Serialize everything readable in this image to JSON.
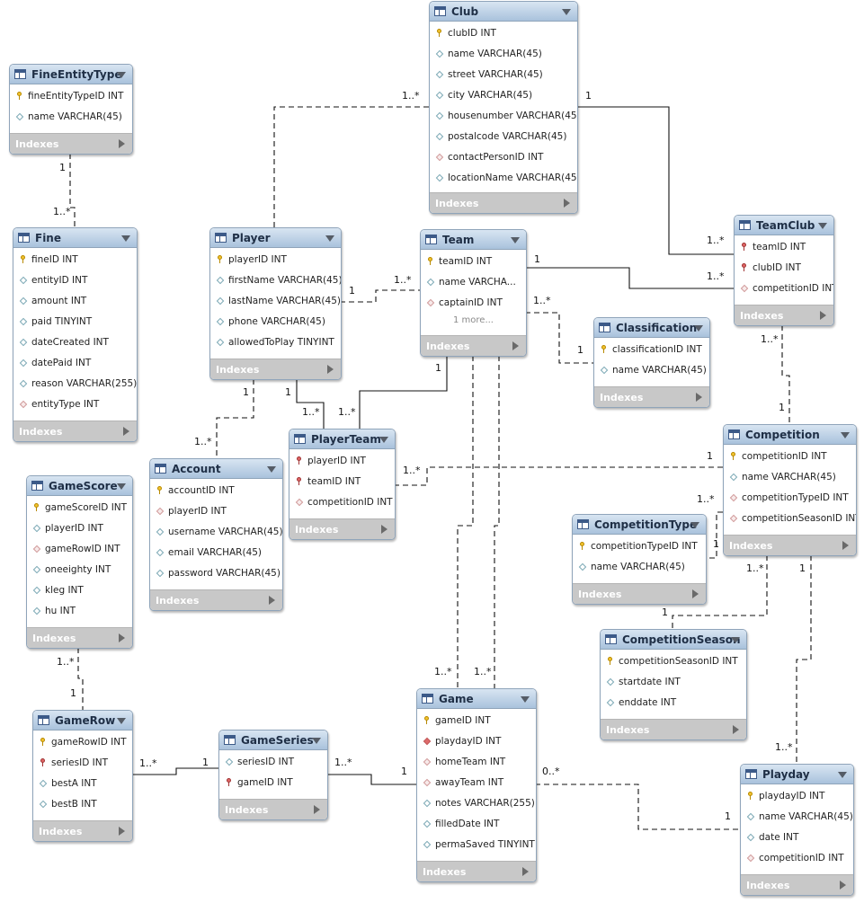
{
  "tables": {
    "club": {
      "name": "Club",
      "columns": [
        {
          "text": "clubID INT",
          "kind": "pk"
        },
        {
          "text": "name VARCHAR(45)",
          "kind": "attr"
        },
        {
          "text": "street VARCHAR(45)",
          "kind": "attr"
        },
        {
          "text": "city VARCHAR(45)",
          "kind": "attr"
        },
        {
          "text": "housenumber VARCHAR(45)",
          "kind": "attr"
        },
        {
          "text": "postalcode VARCHAR(45)",
          "kind": "attr"
        },
        {
          "text": "contactPersonID INT",
          "kind": "fk"
        },
        {
          "text": "locationName VARCHAR(45)",
          "kind": "attr"
        }
      ],
      "indexes": "Indexes"
    },
    "fine_entity_type": {
      "name": "FineEntityType",
      "columns": [
        {
          "text": "fineEntityTypeID INT",
          "kind": "pk"
        },
        {
          "text": "name VARCHAR(45)",
          "kind": "attr"
        }
      ],
      "indexes": "Indexes"
    },
    "fine": {
      "name": "Fine",
      "columns": [
        {
          "text": "fineID INT",
          "kind": "pk"
        },
        {
          "text": "entityID INT",
          "kind": "attr"
        },
        {
          "text": "amount INT",
          "kind": "attr"
        },
        {
          "text": "paid TINYINT",
          "kind": "attr"
        },
        {
          "text": "dateCreated INT",
          "kind": "attr"
        },
        {
          "text": "datePaid INT",
          "kind": "attr"
        },
        {
          "text": "reason VARCHAR(255)",
          "kind": "attr"
        },
        {
          "text": "entityType INT",
          "kind": "fk"
        }
      ],
      "indexes": "Indexes"
    },
    "player": {
      "name": "Player",
      "columns": [
        {
          "text": "playerID INT",
          "kind": "pk"
        },
        {
          "text": "firstName VARCHAR(45)",
          "kind": "attr"
        },
        {
          "text": "lastName VARCHAR(45)",
          "kind": "attr"
        },
        {
          "text": "phone VARCHAR(45)",
          "kind": "attr"
        },
        {
          "text": "allowedToPlay TINYINT",
          "kind": "attr"
        }
      ],
      "indexes": "Indexes"
    },
    "team": {
      "name": "Team",
      "columns": [
        {
          "text": "teamID INT",
          "kind": "pk"
        },
        {
          "text": "name VARCHA...",
          "kind": "attr"
        },
        {
          "text": "captainID INT",
          "kind": "fk"
        }
      ],
      "more": "1 more...",
      "indexes": "Indexes"
    },
    "team_club": {
      "name": "TeamClub",
      "columns": [
        {
          "text": "teamID INT",
          "kind": "pkfk"
        },
        {
          "text": "clubID INT",
          "kind": "pkfk"
        },
        {
          "text": "competitionID INT",
          "kind": "fk"
        }
      ],
      "indexes": "Indexes"
    },
    "classification": {
      "name": "Classification",
      "columns": [
        {
          "text": "classificationID INT",
          "kind": "pk"
        },
        {
          "text": "name VARCHAR(45)",
          "kind": "attr"
        }
      ],
      "indexes": "Indexes"
    },
    "player_team": {
      "name": "PlayerTeam",
      "columns": [
        {
          "text": "playerID INT",
          "kind": "pkfk"
        },
        {
          "text": "teamID INT",
          "kind": "pkfk"
        },
        {
          "text": "competitionID INT",
          "kind": "fk"
        }
      ],
      "indexes": "Indexes"
    },
    "account": {
      "name": "Account",
      "columns": [
        {
          "text": "accountID INT",
          "kind": "pk"
        },
        {
          "text": "playerID INT",
          "kind": "fk"
        },
        {
          "text": "username VARCHAR(45)",
          "kind": "attr"
        },
        {
          "text": "email VARCHAR(45)",
          "kind": "attr"
        },
        {
          "text": "password VARCHAR(45)",
          "kind": "attr"
        }
      ],
      "indexes": "Indexes"
    },
    "competition": {
      "name": "Competition",
      "columns": [
        {
          "text": "competitionID INT",
          "kind": "pk"
        },
        {
          "text": "name VARCHAR(45)",
          "kind": "attr"
        },
        {
          "text": "competitionTypeID INT",
          "kind": "fk"
        },
        {
          "text": "competitionSeasonID INT",
          "kind": "fk"
        }
      ],
      "indexes": "Indexes"
    },
    "game_score": {
      "name": "GameScore",
      "columns": [
        {
          "text": "gameScoreID INT",
          "kind": "pk"
        },
        {
          "text": "playerID INT",
          "kind": "attr"
        },
        {
          "text": "gameRowID INT",
          "kind": "fk"
        },
        {
          "text": "oneeighty INT",
          "kind": "attr"
        },
        {
          "text": "kleg INT",
          "kind": "attr"
        },
        {
          "text": "hu INT",
          "kind": "attr"
        }
      ],
      "indexes": "Indexes"
    },
    "competition_type": {
      "name": "CompetitionType",
      "columns": [
        {
          "text": "competitionTypeID INT",
          "kind": "pk"
        },
        {
          "text": "name VARCHAR(45)",
          "kind": "attr"
        }
      ],
      "indexes": "Indexes"
    },
    "competition_season": {
      "name": "CompetitionSeason",
      "columns": [
        {
          "text": "competitionSeasonID INT",
          "kind": "pk"
        },
        {
          "text": "startdate INT",
          "kind": "attr"
        },
        {
          "text": "enddate INT",
          "kind": "attr"
        }
      ],
      "indexes": "Indexes"
    },
    "game": {
      "name": "Game",
      "columns": [
        {
          "text": "gameID INT",
          "kind": "pk"
        },
        {
          "text": "playdayID INT",
          "kind": "fkn"
        },
        {
          "text": "homeTeam INT",
          "kind": "fk"
        },
        {
          "text": "awayTeam INT",
          "kind": "fk"
        },
        {
          "text": "notes VARCHAR(255)",
          "kind": "attr"
        },
        {
          "text": "filledDate INT",
          "kind": "attr"
        },
        {
          "text": "permaSaved TINYINT",
          "kind": "attr"
        }
      ],
      "indexes": "Indexes"
    },
    "game_row": {
      "name": "GameRow",
      "columns": [
        {
          "text": "gameRowID INT",
          "kind": "pk"
        },
        {
          "text": "seriesID INT",
          "kind": "pkfk"
        },
        {
          "text": "bestA INT",
          "kind": "attr"
        },
        {
          "text": "bestB INT",
          "kind": "attr"
        }
      ],
      "indexes": "Indexes"
    },
    "game_series": {
      "name": "GameSeries",
      "columns": [
        {
          "text": "seriesID INT",
          "kind": "attr"
        },
        {
          "text": "gameID INT",
          "kind": "pkfk"
        }
      ],
      "indexes": "Indexes"
    },
    "playday": {
      "name": "Playday",
      "columns": [
        {
          "text": "playdayID INT",
          "kind": "pk"
        },
        {
          "text": "name VARCHAR(45)",
          "kind": "attr"
        },
        {
          "text": "date INT",
          "kind": "attr"
        },
        {
          "text": "competitionID INT",
          "kind": "fk"
        }
      ],
      "indexes": "Indexes"
    }
  },
  "relationships": [
    {
      "id": "club_player",
      "card_a": "1..*",
      "identifying": false
    },
    {
      "id": "club_teamclub",
      "card_a": "1",
      "card_b": "1..*",
      "identifying": true
    },
    {
      "id": "team_teamclub",
      "card_a": "1",
      "card_b": "1..*",
      "identifying": true
    },
    {
      "id": "fet_fine",
      "card_a": "1",
      "card_b": "1..*",
      "identifying": false
    },
    {
      "id": "player_team",
      "card_a": "1",
      "card_b": "1..*",
      "identifying": false
    },
    {
      "id": "team_classification",
      "card_a": "1..*",
      "card_b": "1",
      "identifying": false
    },
    {
      "id": "player_account",
      "card_a": "1",
      "card_b": "1..*",
      "identifying": false
    },
    {
      "id": "player_playerteam",
      "card_a": "1",
      "card_b": "1..*",
      "identifying": true
    },
    {
      "id": "team_playerteam",
      "card_a": "1",
      "card_b": "1..*",
      "identifying": true
    },
    {
      "id": "teamclub_competition",
      "card_a": "1..*",
      "card_b": "1",
      "identifying": false
    },
    {
      "id": "playerteam_competition",
      "card_a": "1..*",
      "card_b": "1",
      "identifying": false
    },
    {
      "id": "competition_type",
      "card_a": "1..*",
      "card_b": "1",
      "identifying": false
    },
    {
      "id": "competition_season",
      "card_a": "1..*",
      "card_b": "1",
      "identifying": false
    },
    {
      "id": "competition_playday",
      "card_a": "1",
      "card_b": "1..*",
      "identifying": false
    },
    {
      "id": "team_game_home",
      "card_a": "1..*",
      "identifying": false
    },
    {
      "id": "team_game_away",
      "card_a": "1..*",
      "identifying": false
    },
    {
      "id": "gamescore_gamerow",
      "card_a": "1..*",
      "card_b": "1",
      "identifying": false
    },
    {
      "id": "gamerow_gameseries",
      "card_a": "1..*",
      "card_b": "1",
      "identifying": true
    },
    {
      "id": "gameseries_game",
      "card_a": "1..*",
      "card_b": "1",
      "identifying": true
    },
    {
      "id": "game_playday",
      "card_a": "0..*",
      "card_b": "1",
      "identifying": true
    }
  ]
}
